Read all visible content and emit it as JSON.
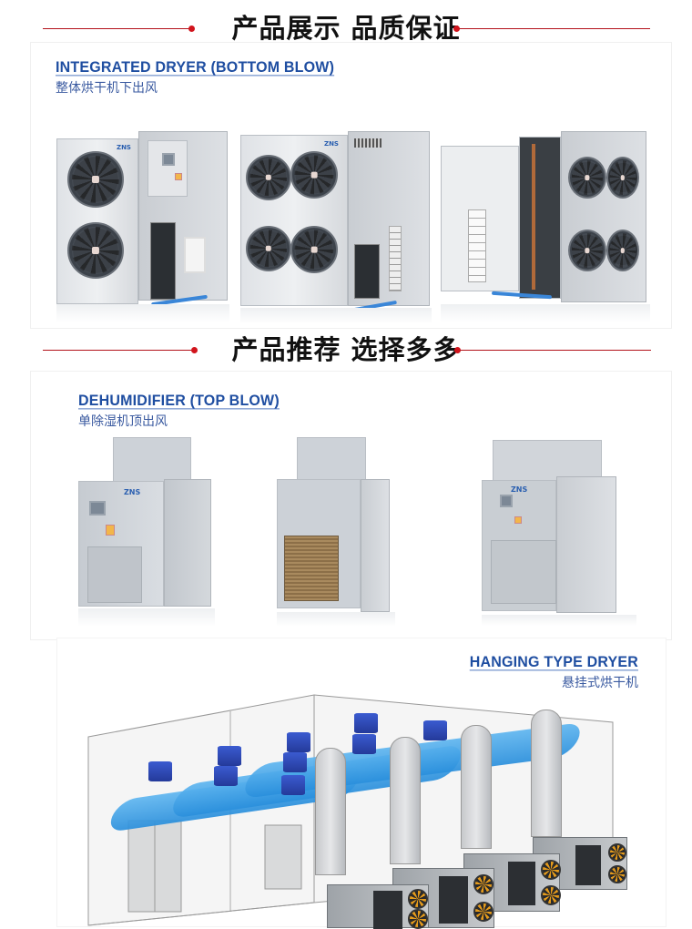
{
  "section1": {
    "banner_title": "产品展示 品质保证",
    "panel": {
      "heading_en": "INTEGRATED DRYER (BOTTOM BLOW)",
      "heading_cn": "整体烘干机下出风",
      "products": [
        {
          "name": "integrated-dryer-2-fan"
        },
        {
          "name": "integrated-dryer-4-fan-front"
        },
        {
          "name": "integrated-dryer-4-fan-side"
        }
      ]
    }
  },
  "section2": {
    "banner_title": "产品推荐 选择多多",
    "dehumidifier": {
      "heading_en": "DEHUMIDIFIER (TOP BLOW)",
      "heading_cn": "单除湿机顶出风",
      "products": [
        {
          "name": "dehumidifier-front"
        },
        {
          "name": "dehumidifier-back"
        },
        {
          "name": "dehumidifier-angle"
        }
      ]
    },
    "hanging": {
      "heading_en": "HANGING TYPE DRYER",
      "heading_cn": "悬挂式烘干机",
      "illustration": "drying-room-with-4-heat-pump-units"
    }
  },
  "colors": {
    "accent_red": "#d1141c",
    "heading_blue": "#1f4ea1",
    "duct_blue": "#2a8fdc",
    "fan_orange": "#e59b1c"
  },
  "unit_logo": "ZNS"
}
